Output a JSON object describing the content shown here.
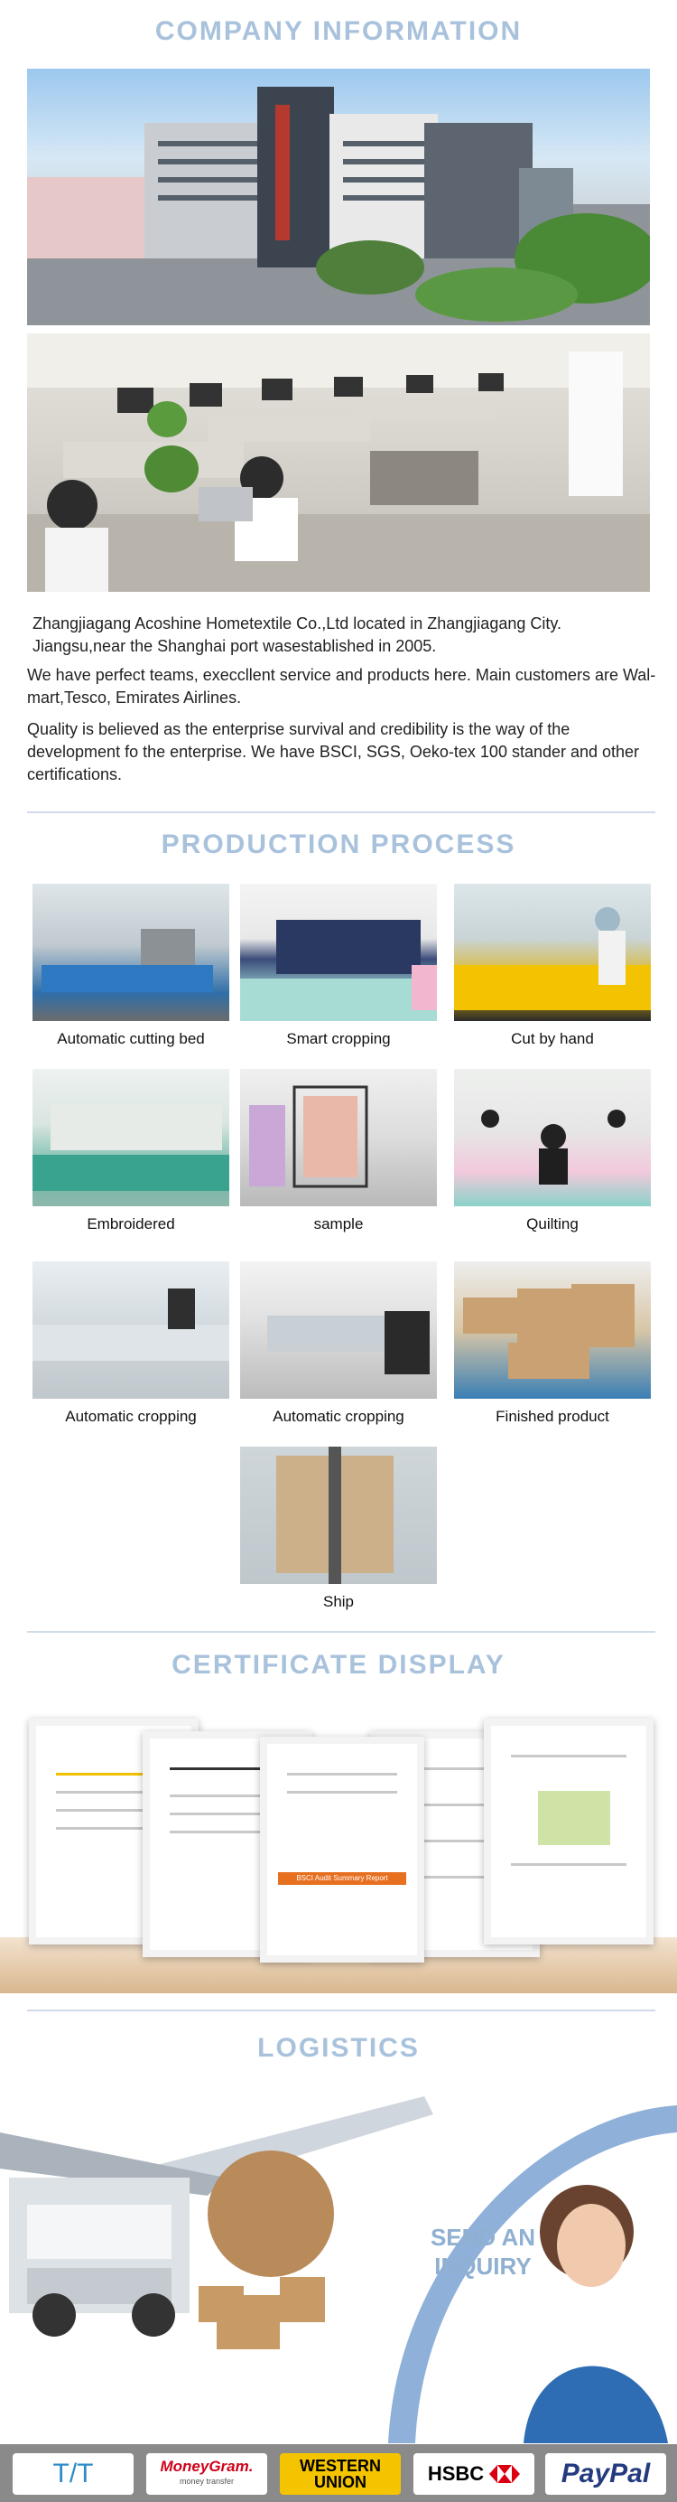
{
  "company": {
    "title": "COMPANY INFORMATION",
    "paragraphs": [
      "Zhangjiagang Acoshine Hometextile Co.,Ltd located in Zhangjiagang City. Jiangsu,near the Shanghai port wasestablished in 2005.",
      "We have perfect teams, execcllent service and products here. Main customers are Wal-mart,Tesco, Emirates Airlines.",
      "Quality is believed as the enterprise survival and credibility is the way of the development fo the enterprise. We have BSCI, SGS, Oeko-tex 100 stander and other certifications."
    ]
  },
  "production": {
    "title": "PRODUCTION PROCESS",
    "steps": [
      "Automatic cutting bed",
      "Smart cropping",
      "Cut by hand",
      "Embroidered",
      "sample",
      "Quilting",
      "Automatic cropping",
      "Automatic cropping",
      "Finished product",
      "Ship"
    ]
  },
  "certificates": {
    "title": "CERTIFICATE DISPLAY",
    "center_label": "BSCI Audit Summary Report"
  },
  "logistics": {
    "title": "LOGISTICS",
    "inquiry_line1": "SEND AN",
    "inquiry_line2": "INQUIRY"
  },
  "payments": {
    "tt": "T/T",
    "moneygram": "MoneyGram.",
    "moneygram_sub": "money transfer",
    "western_union_1": "WESTERN",
    "western_union_2": "UNION",
    "hsbc": "HSBC",
    "paypal": "PayPal"
  },
  "colors": {
    "heading": "#a9c2dc",
    "divider": "#cfdbe8",
    "western_union_bg": "#f5c400",
    "hsbc_red": "#db0011",
    "paypal_dark": "#253b80",
    "paypal_light": "#179bd7"
  }
}
